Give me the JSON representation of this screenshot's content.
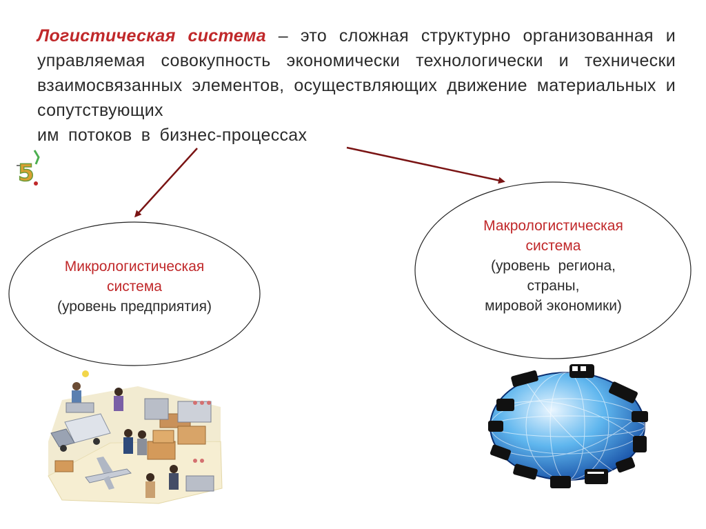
{
  "definition": {
    "term": "Логистическая система",
    "body": " – это сложная структурно организованная и управляемая совокупность экономически технологически и технически взаимосвязанных элементов, осуществляющих движение материальных и сопутствующих",
    "last_line": "им потоков в бизнес-процессах"
  },
  "slide_number_glyph": "5",
  "micro": {
    "title_line1": "Микрологистическая",
    "title_line2": "система",
    "detail": "(уровень предприятия)"
  },
  "macro": {
    "title_line1": "Макрологистическая",
    "title_line2": "система",
    "detail_line1": "(уровень  региона,",
    "detail_line2": "страны,",
    "detail_line3": "мировой экономики)"
  },
  "colors": {
    "accent_red": "#c0282a",
    "arrow": "#7a1414",
    "text": "#2b2b2b"
  },
  "icons": [
    "slide-number-icon",
    "enterprise-logistics-illustration",
    "globe-vehicles-illustration"
  ]
}
